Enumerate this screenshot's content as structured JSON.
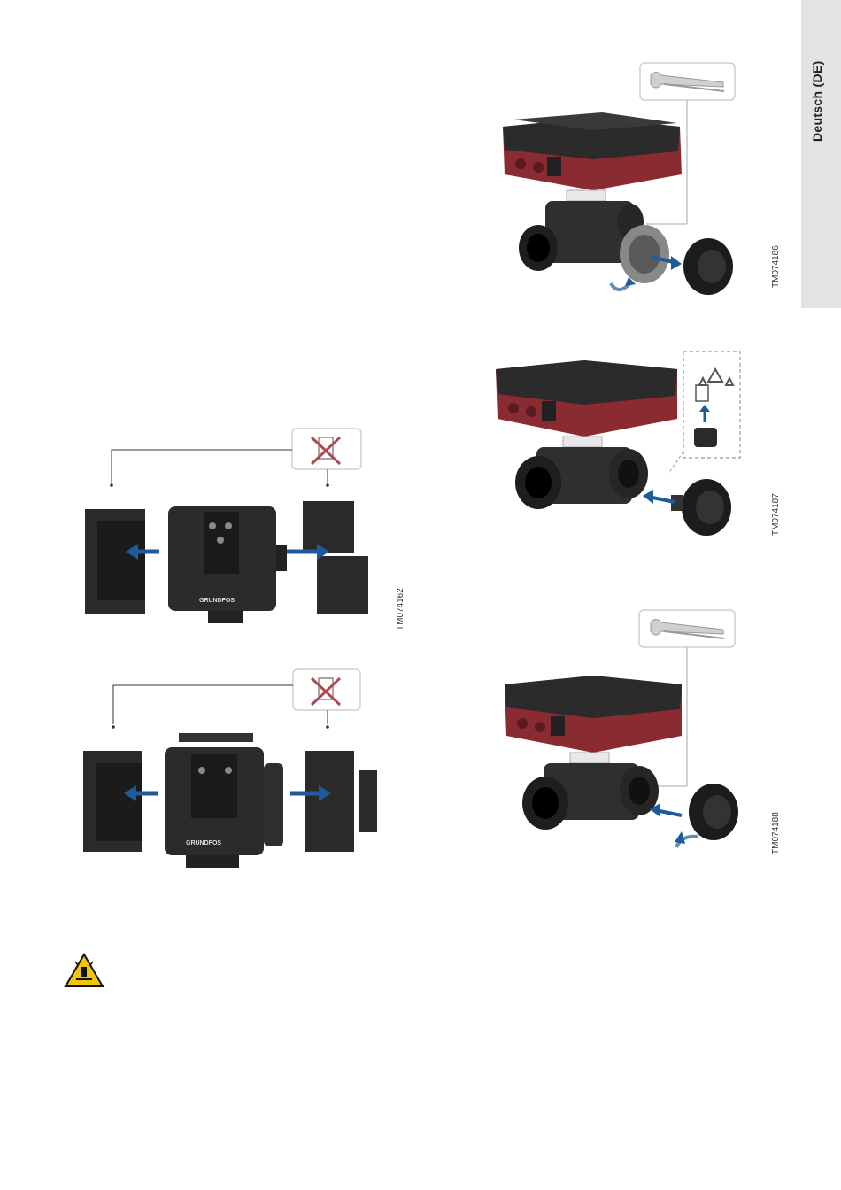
{
  "sidebar": {
    "language_tab": "Deutsch (DE)"
  },
  "figures": {
    "insulation_a": {
      "code": "TM074162",
      "brand": "GRUNDFOS"
    },
    "insulation_b": {
      "brand": "GRUNDFOS"
    },
    "valve_1": {
      "code": "TM074186"
    },
    "valve_2": {
      "code": "TM074187"
    },
    "valve_3": {
      "code": "TM074188"
    }
  },
  "colors": {
    "pump_body": "#2b2b2b",
    "pump_red": "#8a2a31",
    "arrow_blue": "#1f5a9a",
    "insulation": "#2a2a2a",
    "warning_yellow": "#f3c400"
  },
  "icons": [
    "wrench-icon",
    "recycle-icon",
    "no-dispose-icon",
    "warning-icon"
  ]
}
